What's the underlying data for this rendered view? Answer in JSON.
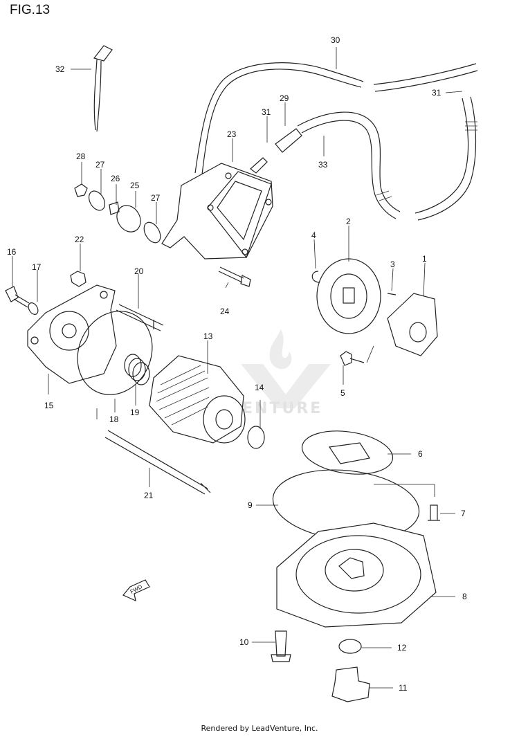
{
  "figure_title": "FIG.13",
  "footer": "Rendered by LeadVenture, Inc.",
  "watermark_text": "VENTURE",
  "fwd_label": "FWD",
  "callouts": [
    "1",
    "2",
    "3",
    "4",
    "5",
    "6",
    "7",
    "8",
    "9",
    "10",
    "11",
    "12",
    "13",
    "14",
    "15",
    "16",
    "17",
    "18",
    "19",
    "20",
    "21",
    "22",
    "23",
    "24",
    "25",
    "26",
    "27",
    "27",
    "28",
    "29",
    "30",
    "31",
    "31",
    "32",
    "33"
  ]
}
